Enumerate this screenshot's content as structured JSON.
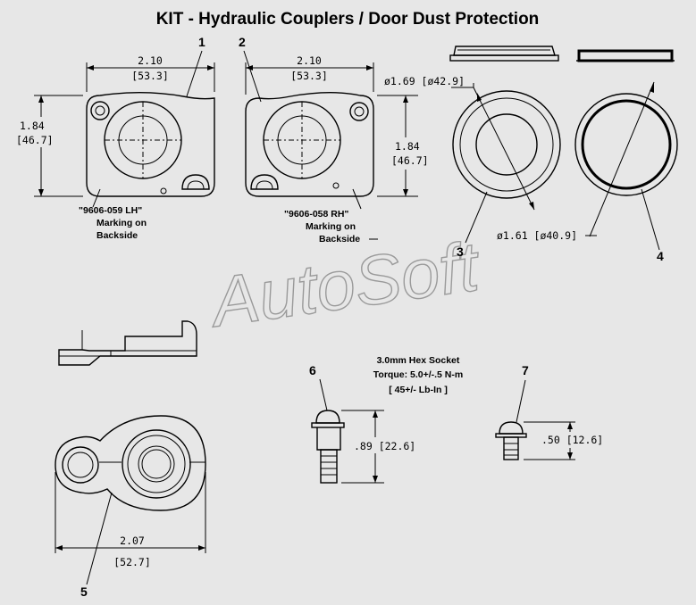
{
  "title": "KIT - Hydraulic Couplers / Door Dust Protection",
  "watermark": "AutoSoft",
  "callouts": [
    "1",
    "2",
    "3",
    "4",
    "5",
    "6",
    "7"
  ],
  "plate_lh": {
    "width_in": "2.10",
    "width_mm": "[53.3]",
    "height_in": "1.84",
    "height_mm": "[46.7]",
    "marking_line1": "\"9606-059  LH\"",
    "marking_line2": "Marking on",
    "marking_line3": "Backside"
  },
  "plate_rh": {
    "width_in": "2.10",
    "width_mm": "[53.3]",
    "height_in": "1.84",
    "height_mm": "[46.7]",
    "marking_line1": "\"9606-058  RH\"",
    "marking_line2": "Marking on",
    "marking_line3": "Backside"
  },
  "cap": {
    "outer_dia": "ø1.69  [ø42.9]",
    "inner_dia": "ø1.61  [ø40.9]"
  },
  "latch": {
    "length_in": "2.07",
    "length_mm": "[52.7]"
  },
  "screw_note": {
    "line1": "3.0mm Hex Socket",
    "line2": "Torque:  5.0+/-.5  N-m",
    "line3": "[ 45+/- Lb-In ]"
  },
  "screw6": {
    "length": ".89  [22.6]"
  },
  "screw7": {
    "length": ".50  [12.6]"
  }
}
